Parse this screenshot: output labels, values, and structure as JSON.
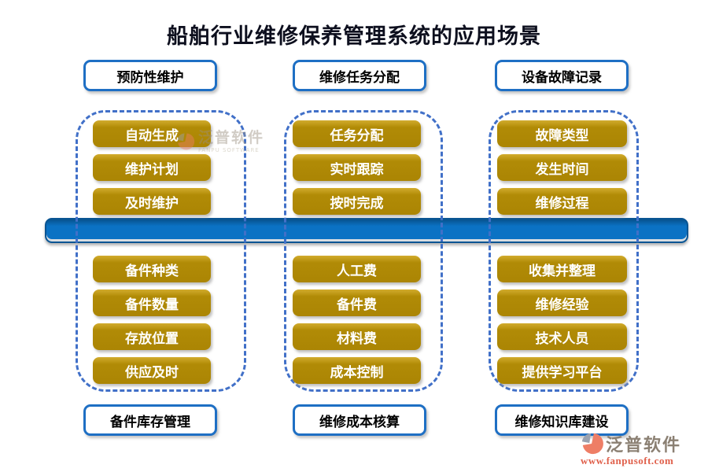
{
  "title": "船舶行业维修保养管理系统的应用场景",
  "columns": [
    {
      "header": "预防性维护",
      "top_items": [
        "自动生成",
        "维护计划",
        "及时维护"
      ],
      "bottom_items": [
        "备件种类",
        "备件数量",
        "存放位置",
        "供应及时"
      ],
      "footer": "备件库存管理"
    },
    {
      "header": "维修任务分配",
      "top_items": [
        "任务分配",
        "实时跟踪",
        "按时完成"
      ],
      "bottom_items": [
        "人工费",
        "备件费",
        "材料费",
        "成本控制"
      ],
      "footer": "维修成本核算"
    },
    {
      "header": "设备故障记录",
      "top_items": [
        "故障类型",
        "发生时间",
        "维修过程"
      ],
      "bottom_items": [
        "收集并整理",
        "维修经验",
        "技术人员",
        "提供学习平台"
      ],
      "footer": "维修知识库建设"
    }
  ],
  "watermark": {
    "text": "泛普软件",
    "subtext": "FANPU SOFTWARE"
  },
  "brand": {
    "name": "泛普软件",
    "url": "www.fanpusoft.com"
  },
  "colors": {
    "node_gold": "#b18b06",
    "pill_border_blue": "#1e6fc4",
    "dashed_blue": "#4170c8",
    "bar_blue": "#0b72c4",
    "title_text": "#0d0f1e",
    "brand_gray": "#8b8073",
    "brand_coral": "#e0604b"
  }
}
